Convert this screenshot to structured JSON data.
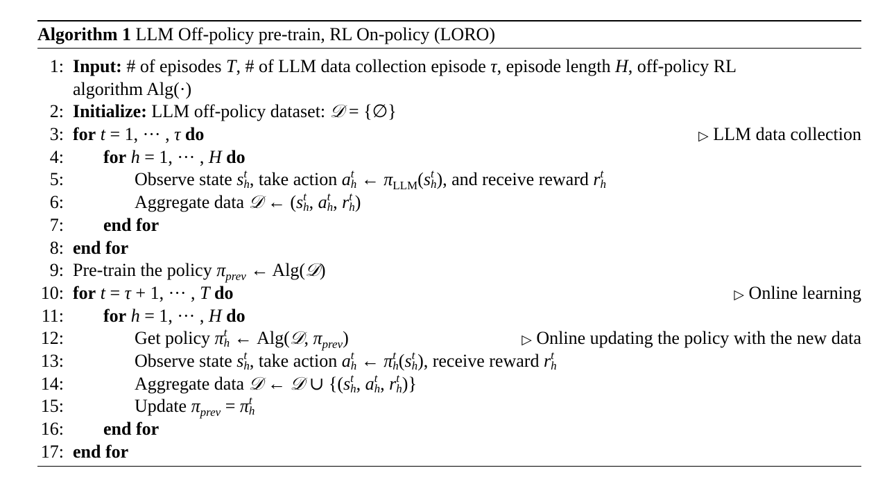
{
  "algorithm": {
    "label": "Algorithm 1",
    "title": "LLM Off-policy pre-train, RL On-policy (LORO)"
  },
  "lines": [
    {
      "num": "1:",
      "keyword": "Input:",
      "text": "# of episodes T, # of LLM data collection episode τ, episode length H, off-policy RL",
      "cont": "algorithm Alg(·)"
    },
    {
      "num": "2:",
      "keyword": "Initialize:",
      "text": "LLM off-policy dataset: 𝒟 = {∅}"
    },
    {
      "num": "3:",
      "text": "for t = 1, ··· , τ do",
      "comment": "LLM data collection"
    },
    {
      "num": "4:",
      "text": "for h = 1, ··· , H do"
    },
    {
      "num": "5:",
      "text": "Observe state s_h^t, take action a_h^t ← π_LLM(s_h^t), and receive reward r_h^t"
    },
    {
      "num": "6:",
      "text": "Aggregate data 𝒟 ← (s_h^t, a_h^t, r_h^t)"
    },
    {
      "num": "7:",
      "text": "end for"
    },
    {
      "num": "8:",
      "text": "end for"
    },
    {
      "num": "9:",
      "text": "Pre-train the policy π_prev ← Alg(𝒟)"
    },
    {
      "num": "10:",
      "text": "for t = τ + 1, ··· , T do",
      "comment": "Online learning"
    },
    {
      "num": "11:",
      "text": "for h = 1, ··· , H do"
    },
    {
      "num": "12:",
      "text": "Get policy π_h^t ← Alg(𝒟, π_prev)",
      "comment": "Online updating the policy with the new data"
    },
    {
      "num": "13:",
      "text": "Observe state s_h^t, take action a_h^t ← π_h^t(s_h^t), receive reward r_h^t"
    },
    {
      "num": "14:",
      "text": "Aggregate data 𝒟 ← 𝒟 ∪ {(s_h^t, a_h^t, r_h^t)}"
    },
    {
      "num": "15:",
      "text": "Update π_prev = π_h^t"
    },
    {
      "num": "16:",
      "text": "end for"
    },
    {
      "num": "17:",
      "text": "end for"
    }
  ],
  "comment_marker": "▷"
}
